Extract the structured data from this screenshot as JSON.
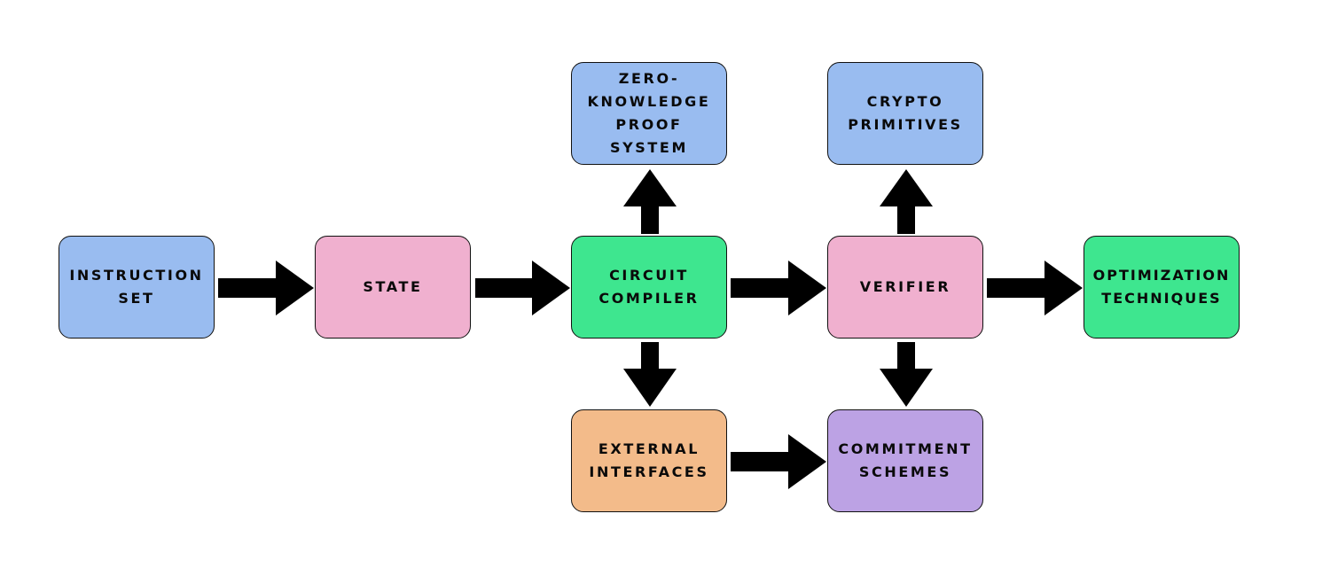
{
  "colors": {
    "blue": "#99bcf0",
    "pink": "#f0b0cf",
    "green": "#3ee68f",
    "orange": "#f3bb8a",
    "purple": "#bca2e4",
    "outline": "#111111",
    "arrow": "#000000"
  },
  "nodes": {
    "instruction_set": "INSTRUCTION\nSET",
    "state": "STATE",
    "circuit_compiler": "CIRCUIT\nCOMPILER",
    "zk_proof_system": "ZERO-\nKNOWLEDGE\nPROOF\nSYSTEM",
    "verifier": "VERIFIER",
    "crypto_primitives": "CRYPTO\nPRIMITIVES",
    "optimization_techniques": "OPTIMIZATION\nTECHNIQUES",
    "external_interfaces": "EXTERNAL\nINTERFACES",
    "commitment_schemes": "COMMITMENT\nSCHEMES"
  },
  "edges": [
    {
      "from": "instruction_set",
      "to": "state"
    },
    {
      "from": "state",
      "to": "circuit_compiler"
    },
    {
      "from": "circuit_compiler",
      "to": "verifier"
    },
    {
      "from": "verifier",
      "to": "optimization_techniques"
    },
    {
      "from": "circuit_compiler",
      "to": "zk_proof_system"
    },
    {
      "from": "circuit_compiler",
      "to": "external_interfaces"
    },
    {
      "from": "verifier",
      "to": "crypto_primitives"
    },
    {
      "from": "verifier",
      "to": "commitment_schemes"
    },
    {
      "from": "external_interfaces",
      "to": "commitment_schemes"
    }
  ]
}
